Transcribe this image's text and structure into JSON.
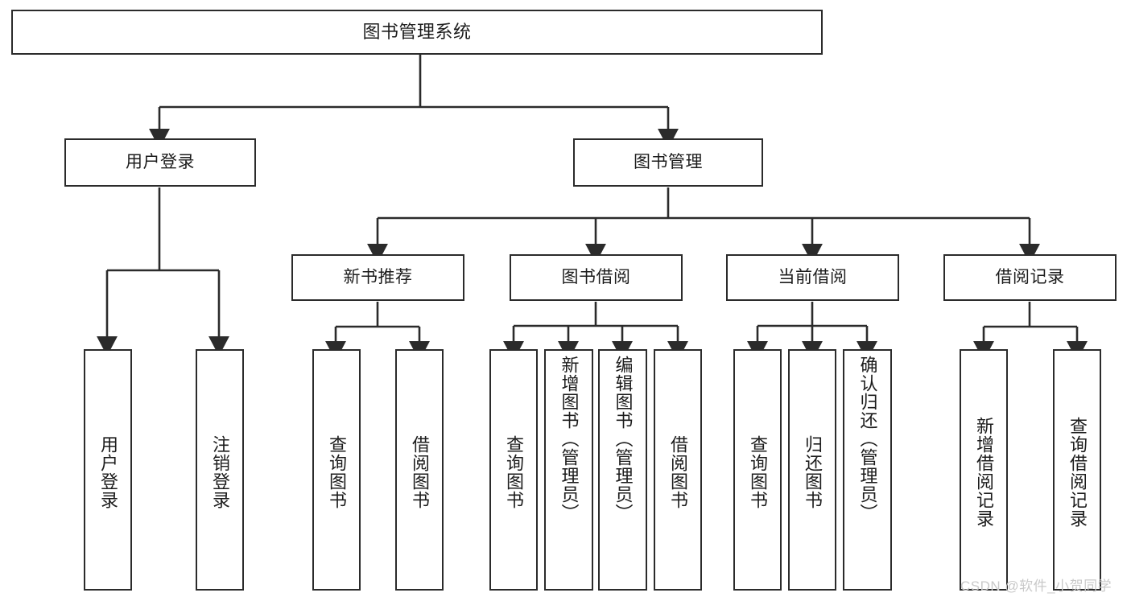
{
  "diagram": {
    "title": "图书管理系统",
    "type": "tree-hierarchy-chart",
    "colors": {
      "node_border": "#2b2b2b",
      "node_fill": "#ffffff",
      "edge": "#2b2b2b",
      "text": "#1c1c1c",
      "watermark": "#c9c9c9",
      "background": "#ffffff"
    },
    "root": {
      "label": "图书管理系统"
    },
    "level1": [
      {
        "label": "用户登录"
      },
      {
        "label": "图书管理"
      }
    ],
    "level2": [
      {
        "label": "新书推荐"
      },
      {
        "label": "图书借阅"
      },
      {
        "label": "当前借阅"
      },
      {
        "label": "借阅记录"
      }
    ],
    "leaves": {
      "user_login": [
        {
          "label": "用户登录"
        },
        {
          "label": "注销登录"
        }
      ],
      "new_book_recommend": [
        {
          "label": "查询图书"
        },
        {
          "label": "借阅图书"
        }
      ],
      "book_borrow": [
        {
          "label": "查询图书"
        },
        {
          "label": "新增图书（管理员）"
        },
        {
          "label": "编辑图书（管理员）"
        },
        {
          "label": "借阅图书"
        }
      ],
      "current_borrow": [
        {
          "label": "查询图书"
        },
        {
          "label": "归还图书"
        },
        {
          "label": "确认归还（管理员）"
        }
      ],
      "borrow_record": [
        {
          "label": "新增借阅记录"
        },
        {
          "label": "查询借阅记录"
        }
      ]
    },
    "watermark": "CSDN @软件_小贺同学"
  }
}
